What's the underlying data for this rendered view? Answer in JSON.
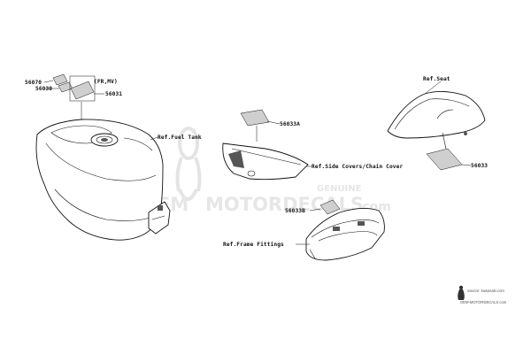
{
  "labels": {
    "p56070": "56070",
    "p56030": "56030",
    "p_frmv": "(FR,MV)",
    "p56031": "56031",
    "ref_fuel_tank": "Ref.Fuel Tank",
    "p56033a": "56033A",
    "ref_side_covers": "Ref.Side Covers/Chain Cover",
    "ref_seat": "Ref.Seat",
    "p56033": "56033",
    "p56033b": "56033B",
    "ref_frame_fittings": "Ref.Frame Fittings"
  },
  "watermark": {
    "brand_left": "OEM",
    "brand_right": "MOTORDECALS",
    "brand_tld": ".com",
    "genuine": "GENUINE"
  },
  "source": {
    "line1": "Source: kawasaki.com",
    "line2": "OEM-MOTORDECALS.com"
  },
  "icons": {
    "watermark_figure": "motorcycle-rider-silhouette-icon",
    "source_logo": "rider-logo-icon"
  }
}
